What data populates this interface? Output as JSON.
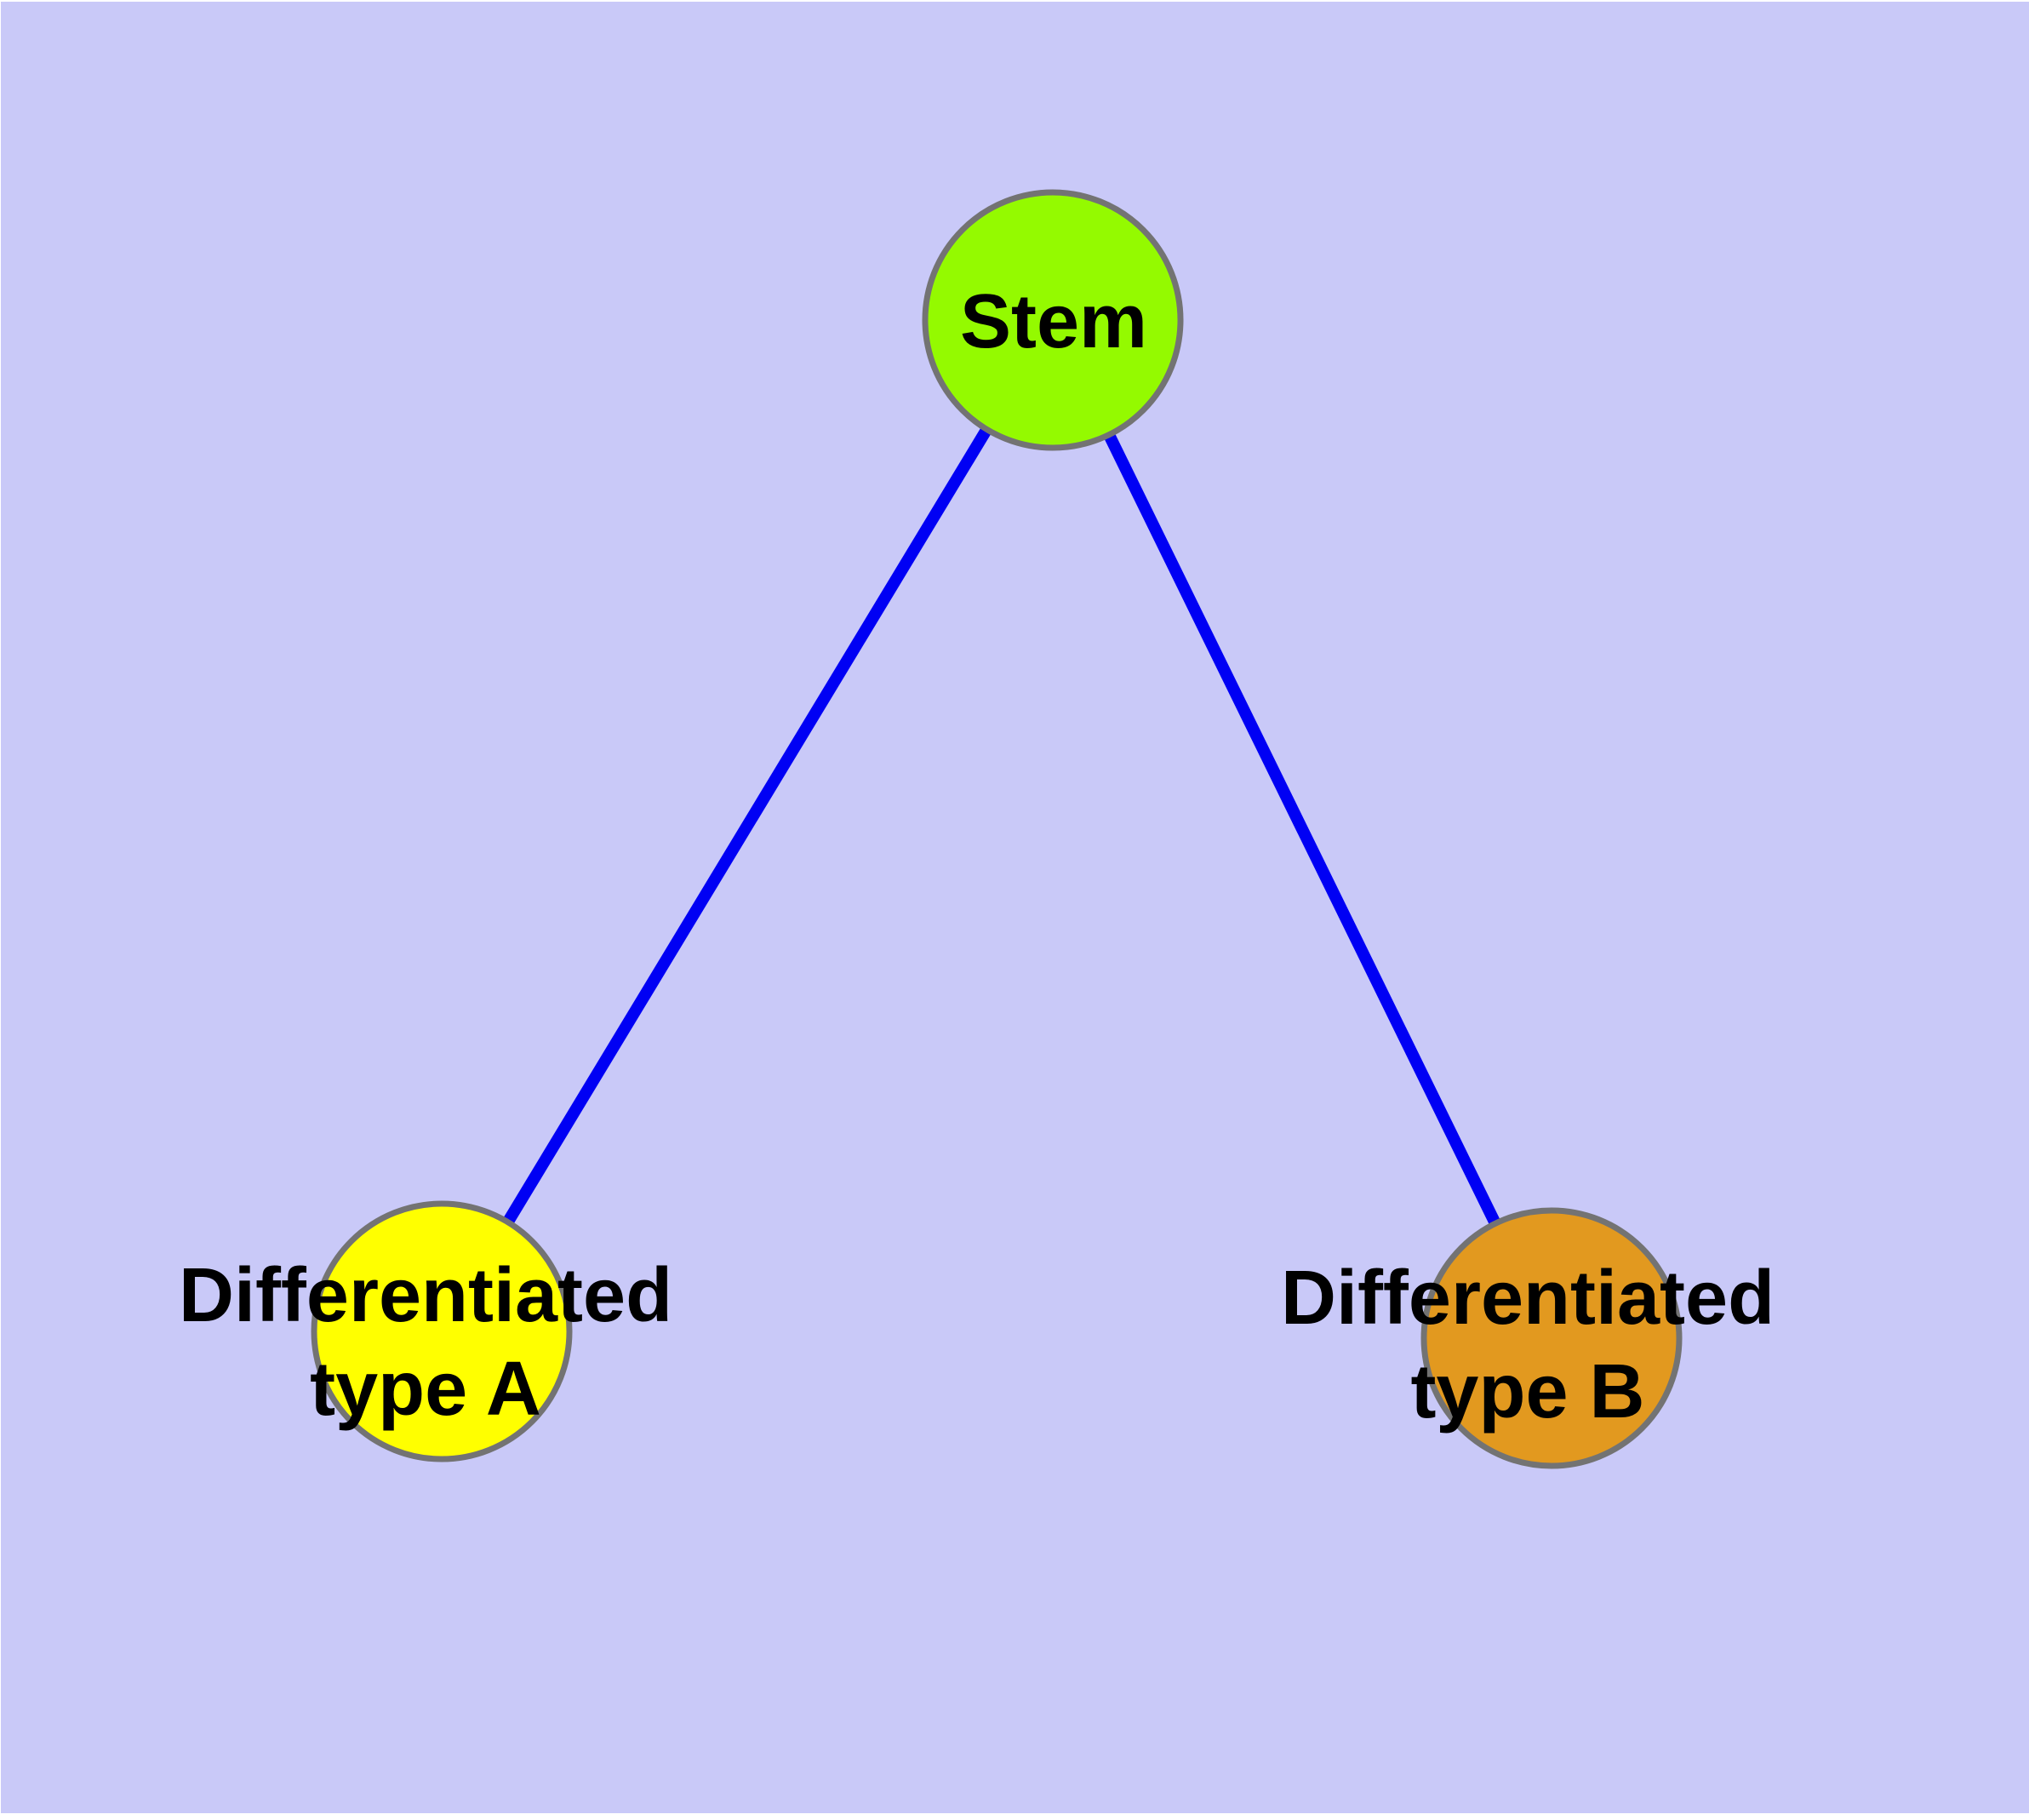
{
  "diagram": {
    "page_background": "#ffffff",
    "canvas_color": "#c9c9f8",
    "edge_color": "#0000f4",
    "node_border_color": "#737373",
    "text_color": "#000000",
    "nodes": [
      {
        "id": "stem",
        "label": "Stem",
        "fill": "#94fa00"
      },
      {
        "id": "type-a",
        "label": "Differentiated\ntype A",
        "fill": "#ffff00"
      },
      {
        "id": "type-b",
        "label": "Differentiated\ntype B",
        "fill": "#e2991f"
      }
    ],
    "edges": [
      {
        "from": "Stem",
        "to": "Differentiated type A"
      },
      {
        "from": "Stem",
        "to": "Differentiated type B"
      }
    ]
  }
}
